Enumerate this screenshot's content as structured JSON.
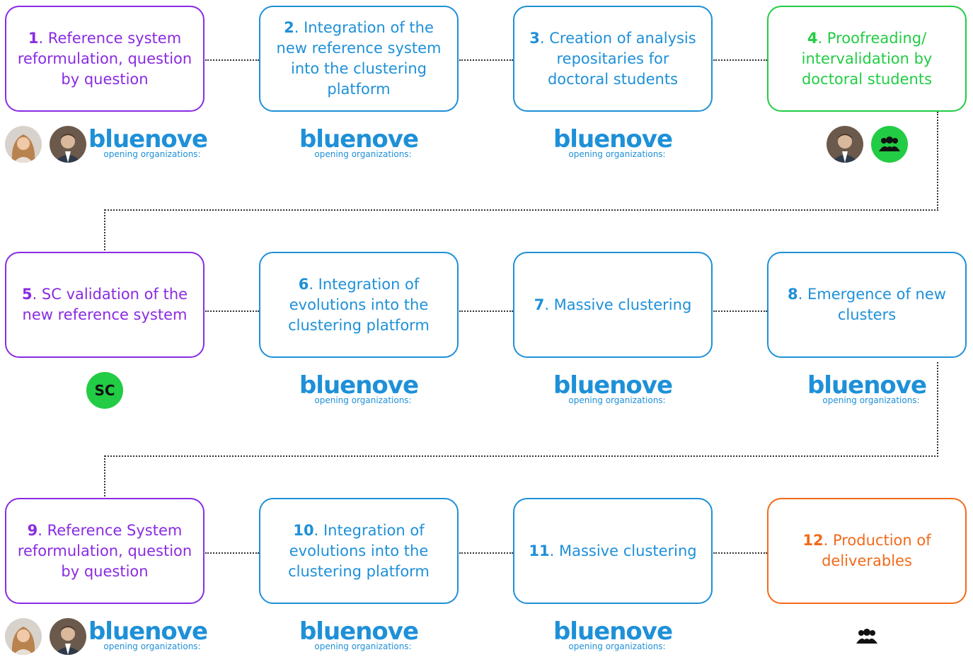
{
  "steps": [
    {
      "number": "1",
      "text": ". Reference system reformulation, question by question"
    },
    {
      "number": "2",
      "text": ". Integration of the new reference system into the clustering platform"
    },
    {
      "number": "3",
      "text": ". Creation of analysis repositaries for doctoral students"
    },
    {
      "number": "4",
      "text": ". Proofreading/ intervalidation by doctoral students"
    },
    {
      "number": "5",
      "text": ". SC validation of the new reference system"
    },
    {
      "number": "6",
      "text": ". Integration of evolutions into the clustering platform"
    },
    {
      "number": "7",
      "text": ". Massive clustering"
    },
    {
      "number": "8",
      "text": ". Emergence of new clusters"
    },
    {
      "number": "9",
      "text": ". Reference System reformulation, question by question"
    },
    {
      "number": "10",
      "text": ". Integration of evolutions into the clustering platform"
    },
    {
      "number": "11",
      "text": ". Massive clustering"
    },
    {
      "number": "12",
      "text": ". Production of deliverables"
    }
  ],
  "logo": {
    "word": "bluenove",
    "tagline": "opening organizations:"
  },
  "sc_badge": "SC",
  "icons": {
    "group": "group-icon",
    "person_woman": "woman-photo-icon",
    "person_man": "man-photo-icon"
  },
  "colors": {
    "purple": "#8a2be2",
    "blue": "#1e90d8",
    "green": "#22cc44",
    "orange": "#f26a1b"
  }
}
